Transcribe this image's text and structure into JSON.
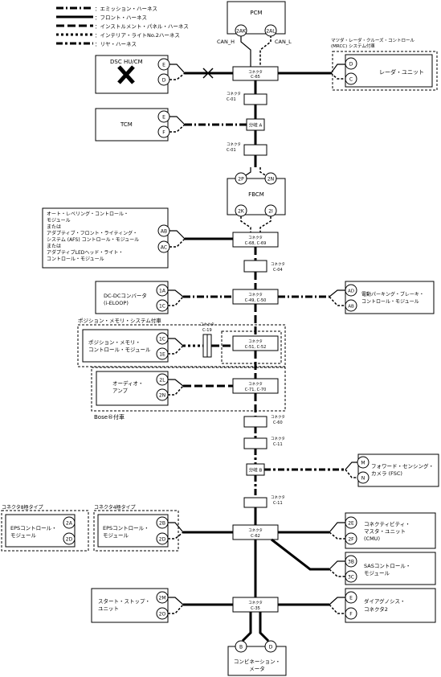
{
  "legend": [
    {
      "key": "emission",
      "label": "：エミッション・ハーネス"
    },
    {
      "key": "front",
      "label": "：フロント・ハーネス"
    },
    {
      "key": "instrument",
      "label": "：インストルメント・パネル・ハーネス"
    },
    {
      "key": "interior",
      "label": "：インテリア・ライトNo.2ハーネス"
    },
    {
      "key": "rear",
      "label": "：リヤ・ハーネス"
    }
  ],
  "modules": {
    "pcm": {
      "label": "PCM",
      "pins": [
        "2AK",
        "2AL"
      ],
      "wires": [
        "CAN_H",
        "CAN_L"
      ]
    },
    "dsc": {
      "label": "DSC HU/CM",
      "pins": [
        "E",
        "D"
      ]
    },
    "mrcc_group": "マツダ・レーダ・クルーズ・コントロール (MRCC) システム付車",
    "radar": {
      "label": "レーダ・ユニット",
      "pins": [
        "D",
        "C"
      ]
    },
    "tcm": {
      "label": "TCM",
      "pins": [
        "E",
        "F"
      ]
    },
    "fbcm": {
      "label": "FBCM",
      "pins": [
        "2P",
        "2N",
        "2K",
        "2I"
      ]
    },
    "leveling": {
      "lines": [
        "オート・レベリング・コントロール・",
        "モジュール",
        "または",
        "アダプティブ・フロント・ライティング・",
        "システム (AFS) コントロール・モジュール",
        "または",
        "アダプティブLEDヘッド・ライト・",
        "コントロール・モジュール"
      ],
      "pins": [
        "AB",
        "AC"
      ]
    },
    "dcdc": {
      "lines": [
        "DC-DCコンバータ",
        "(i-ELOOP)"
      ],
      "pins": [
        "1A",
        "1C"
      ]
    },
    "epb": {
      "lines": [
        "電動パーキング・ブレーキ・",
        "コントロール・モジュール"
      ],
      "pins": [
        "AD",
        "AB"
      ]
    },
    "memory_group": "ポジション・メモリ・システム付車",
    "memory": {
      "lines": [
        "ポジション・メモリ・",
        "コントロール・モジュール"
      ],
      "pins": [
        "1C",
        "1E"
      ]
    },
    "audio": {
      "lines": [
        "オーディオ・",
        "アンプ"
      ],
      "pins": [
        "2L",
        "2N"
      ]
    },
    "bose_group": "Bose®付車",
    "fsc": {
      "lines": [
        "フォワード・センシング・",
        "カメラ (FSC)"
      ],
      "pins": [
        "M",
        "N"
      ]
    },
    "eps8_group": "コネクタ8極タイプ",
    "eps4_group": "コネクタ4極タイプ",
    "eps8": {
      "lines": [
        "EPSコントロール・",
        "モジュール"
      ],
      "pins": [
        "2A",
        "2D"
      ]
    },
    "eps4": {
      "lines": [
        "EPSコントロール・",
        "モジュール"
      ],
      "pins": [
        "2B",
        "2D"
      ]
    },
    "cmu": {
      "lines": [
        "コネクティビティ・",
        "マスタ・ユニット",
        "(CMU)"
      ],
      "pins": [
        "2E",
        "2F"
      ]
    },
    "sas": {
      "lines": [
        "SASコントロール・",
        "モジュール"
      ],
      "pins": [
        "3B",
        "3C"
      ]
    },
    "startstop": {
      "lines": [
        "スタート・ストップ・",
        "ユニット"
      ],
      "pins": [
        "2M",
        "2O"
      ]
    },
    "diag": {
      "lines": [
        "ダイアグノシス・",
        "コネクタ2"
      ],
      "pins": [
        "E",
        "F"
      ]
    },
    "cluster": {
      "lines": [
        "コンビネーション・",
        "メータ"
      ],
      "pins": [
        "B",
        "D"
      ]
    }
  },
  "connectors": {
    "c65": {
      "title": "コネクタ",
      "code": "C-65"
    },
    "c01a": {
      "title": "コネクタ",
      "code": "C-01"
    },
    "branchA": {
      "label": "分岐 A"
    },
    "c01b": {
      "title": "コネクタ",
      "code": "C-01"
    },
    "c68": {
      "title": "コネクタ",
      "code": "C-68, C-69"
    },
    "c04": {
      "title": "コネクタ",
      "code": "C-04"
    },
    "c49": {
      "title": "コネクタ",
      "code": "C-49, C-50"
    },
    "c51": {
      "title": "コネクタ",
      "code": "C-51, C-52"
    },
    "c19": {
      "title": "コネクタ",
      "code": "C-19"
    },
    "c71": {
      "title": "コネクタ",
      "code": "C-71, C-70"
    },
    "c60": {
      "title": "コネクタ",
      "code": "C-60"
    },
    "c11a": {
      "title": "コネクタ",
      "code": "C-11"
    },
    "branchB": {
      "label": "分岐 B"
    },
    "c11b": {
      "title": "コネクタ",
      "code": "C-11"
    },
    "c62": {
      "title": "コネクタ",
      "code": "C-62"
    },
    "c35": {
      "title": "コネクタ",
      "code": "C-35"
    }
  }
}
